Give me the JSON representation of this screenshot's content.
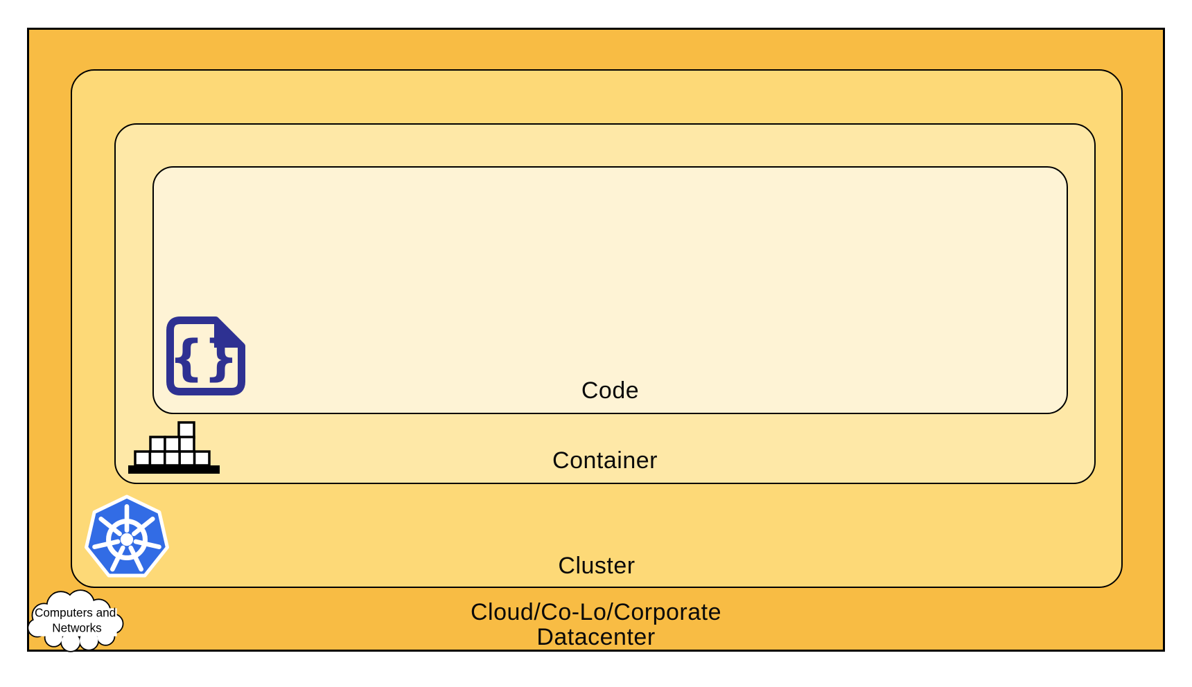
{
  "diagram": {
    "name": "nested-security-layers",
    "labels": {
      "code": "Code",
      "container": "Container",
      "cluster": "Cluster",
      "datacenter_line1": "Cloud/Co-Lo/Corporate",
      "datacenter_line2": "Datacenter",
      "cloud_line1": "Computers and",
      "cloud_line2": "Networks"
    },
    "colors": {
      "datacenter_fill": "#F8BC44",
      "cluster_fill": "#FDD977",
      "container_fill": "#FEE8A7",
      "code_fill": "#FEF3D5",
      "outline": "#000000",
      "kubernetes_blue": "#326CE5",
      "code_icon_navy": "#2E3192",
      "cloud_fill": "#FFFFFF"
    },
    "icons": {
      "code": "code-file-icon",
      "container": "container-stack-icon",
      "cluster": "kubernetes-helm-icon",
      "datacenter": "cloud-icon"
    }
  }
}
